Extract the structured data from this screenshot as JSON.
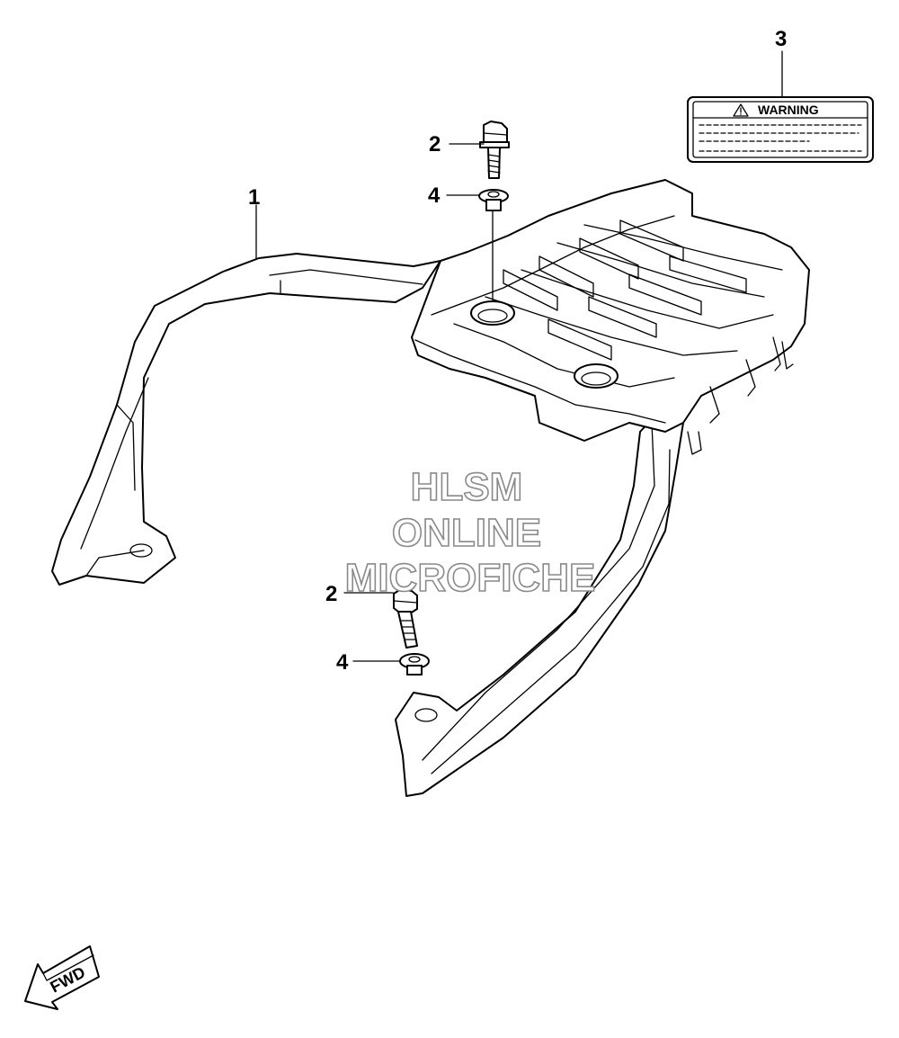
{
  "diagram": {
    "callouts": [
      {
        "id": "c1",
        "label": "1"
      },
      {
        "id": "c2a",
        "label": "2"
      },
      {
        "id": "c2b",
        "label": "2"
      },
      {
        "id": "c3",
        "label": "3"
      },
      {
        "id": "c4a",
        "label": "4"
      },
      {
        "id": "c4b",
        "label": "4"
      }
    ],
    "warning_label": {
      "title": "WARNING",
      "icon": "warning-triangle-icon"
    },
    "watermark": {
      "line1": "HLSM",
      "line2": "ONLINE",
      "line3": "MICROFICHE"
    },
    "direction_indicator": {
      "text": "FWD",
      "icon": "forward-arrow-icon"
    },
    "colors": {
      "line": "#000000",
      "background": "#ffffff",
      "watermark_outline": "#8a8a8a"
    }
  }
}
